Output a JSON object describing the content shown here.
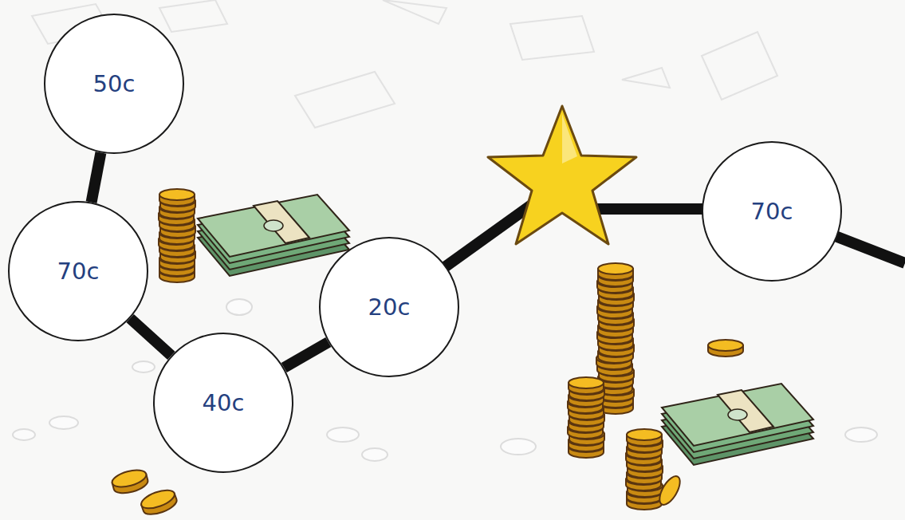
{
  "diagram": {
    "nodes": [
      {
        "text": [
          "50c"
        ]
      },
      {
        "text": [
          "70c"
        ]
      },
      {
        "text": [
          "40c"
        ]
      },
      {
        "text": [
          "20c"
        ]
      },
      {
        "text": [
          "70c"
        ]
      }
    ],
    "edges": [
      {
        "from": 0,
        "to": 1,
        "arrow": "none"
      },
      {
        "from": 1,
        "to": 2,
        "arrow": "none"
      },
      {
        "from": 2,
        "to": 3,
        "arrow": "none"
      }
    ]
  }
}
